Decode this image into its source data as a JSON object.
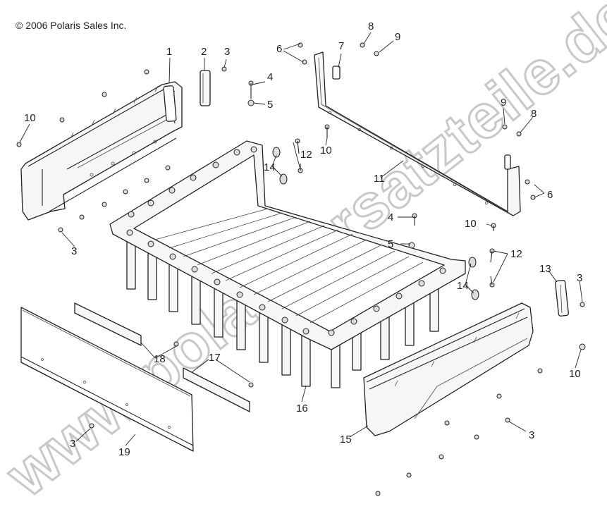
{
  "copyright": "© 2006 Polaris Sales Inc.",
  "watermark": "www.polarisersatzteile.de",
  "callouts": [
    {
      "id": "c1",
      "text": "1"
    },
    {
      "id": "c2",
      "text": "2"
    },
    {
      "id": "c3a",
      "text": "3"
    },
    {
      "id": "c4a",
      "text": "4"
    },
    {
      "id": "c5a",
      "text": "5"
    },
    {
      "id": "c6a",
      "text": "6"
    },
    {
      "id": "c7",
      "text": "7"
    },
    {
      "id": "c8a",
      "text": "8"
    },
    {
      "id": "c9a",
      "text": "9"
    },
    {
      "id": "c10a",
      "text": "10"
    },
    {
      "id": "c3b",
      "text": "3"
    },
    {
      "id": "c12a",
      "text": "12"
    },
    {
      "id": "c14a",
      "text": "14"
    },
    {
      "id": "c10b",
      "text": "10"
    },
    {
      "id": "c9b",
      "text": "9"
    },
    {
      "id": "c8b",
      "text": "8"
    },
    {
      "id": "c11",
      "text": "11"
    },
    {
      "id": "c6b",
      "text": "6"
    },
    {
      "id": "c4b",
      "text": "4"
    },
    {
      "id": "c10c",
      "text": "10"
    },
    {
      "id": "c5b",
      "text": "5"
    },
    {
      "id": "c12b",
      "text": "12"
    },
    {
      "id": "c13",
      "text": "13"
    },
    {
      "id": "c3c",
      "text": "3"
    },
    {
      "id": "c14b",
      "text": "14"
    },
    {
      "id": "c10d",
      "text": "10"
    },
    {
      "id": "c18",
      "text": "18"
    },
    {
      "id": "c17",
      "text": "17"
    },
    {
      "id": "c16",
      "text": "16"
    },
    {
      "id": "c3d",
      "text": "3"
    },
    {
      "id": "c19",
      "text": "19"
    },
    {
      "id": "c15",
      "text": "15"
    },
    {
      "id": "c3e",
      "text": "3"
    }
  ]
}
